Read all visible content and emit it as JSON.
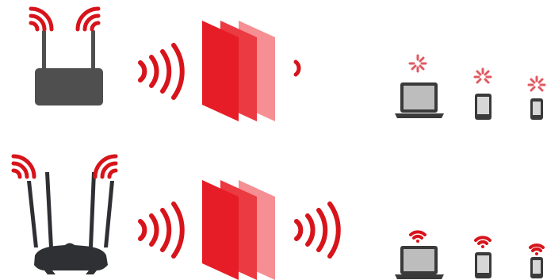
{
  "colors": {
    "signal_red": "#d7141b",
    "wall_front": "#e61d26",
    "wall_middle": "#ec3a42",
    "wall_back": "#f58f93",
    "router_old_body": "#4f4f4f",
    "router_new_body": "#2f3033",
    "device_dark": "#3a3a3a",
    "laptop_screen": "#bdbdbd",
    "phone_screen": "#d7d7d7",
    "loading_red": "#e05a62"
  },
  "icons": {
    "router_top": "single-antenna-router-icon",
    "router_bottom": "multi-antenna-router-icon",
    "wall": "wall-obstacle-icon",
    "signal": "wifi-signal-icon",
    "loading": "loading-spinner-icon",
    "laptop": "laptop-icon",
    "phone": "smartphone-icon"
  },
  "scenarios": [
    {
      "id": "weak",
      "signal_after_walls": "faint",
      "devices": [
        "laptop",
        "phone",
        "phone-small"
      ],
      "device_status": "loading"
    },
    {
      "id": "strong",
      "signal_after_walls": "full",
      "devices": [
        "laptop",
        "phone",
        "phone-small"
      ],
      "device_status": "connected"
    }
  ]
}
